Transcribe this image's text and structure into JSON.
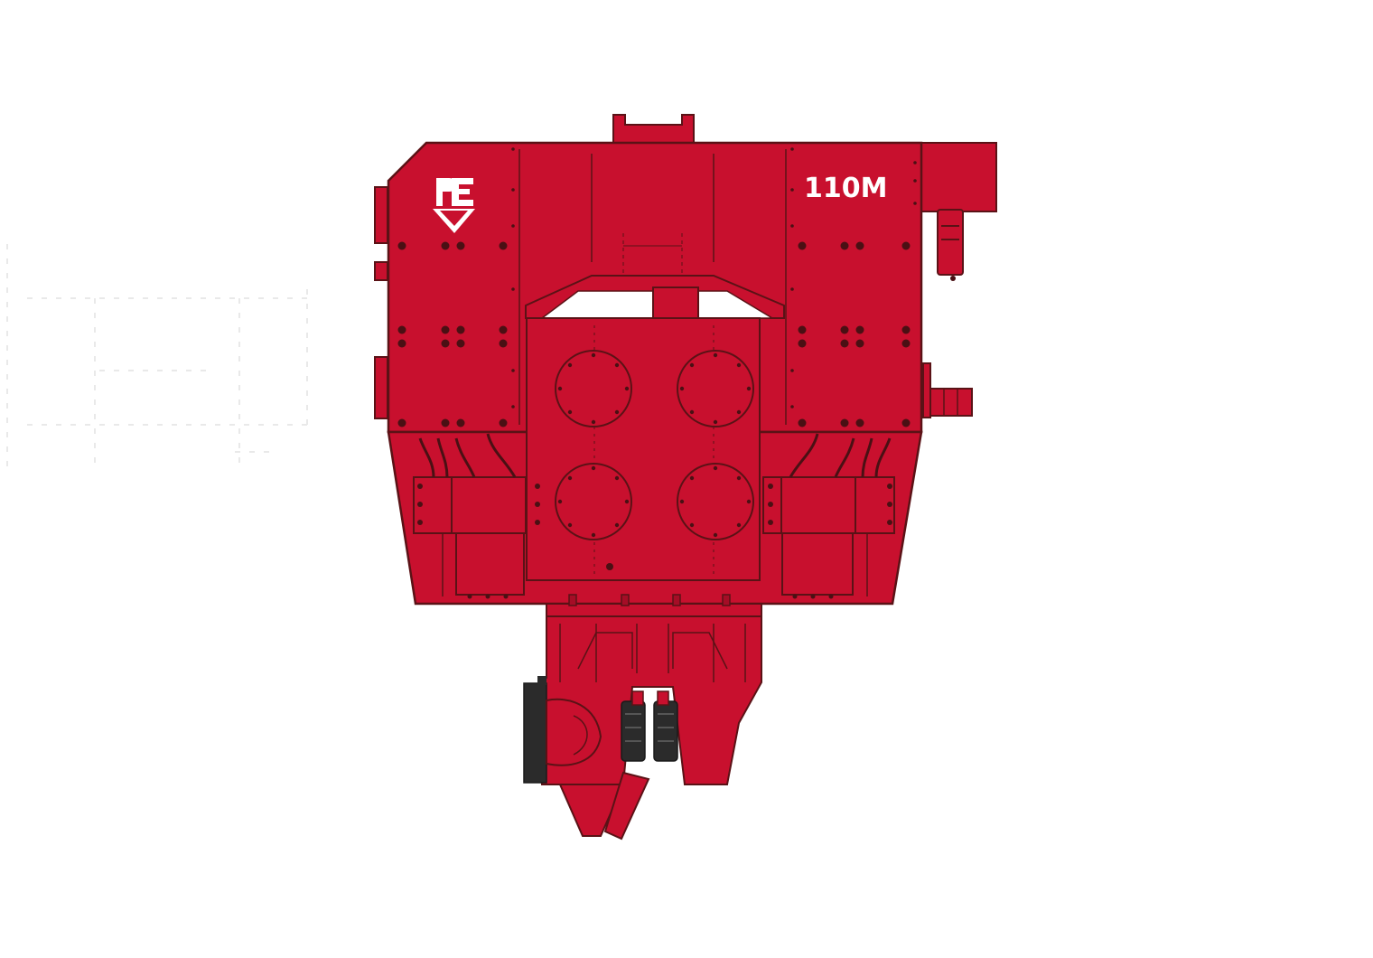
{
  "image": {
    "subject": "vibratory-pile-hammer",
    "model_label": "110M",
    "logo_text": "PE",
    "colors": {
      "body": "#C8102E",
      "body_dark": "#A50D26",
      "outline": "#5A1216",
      "bolt": "#4A1014",
      "pad": "#2B2B2B",
      "logo": "#FFFFFF",
      "ghost": "#E8E8E8"
    }
  }
}
